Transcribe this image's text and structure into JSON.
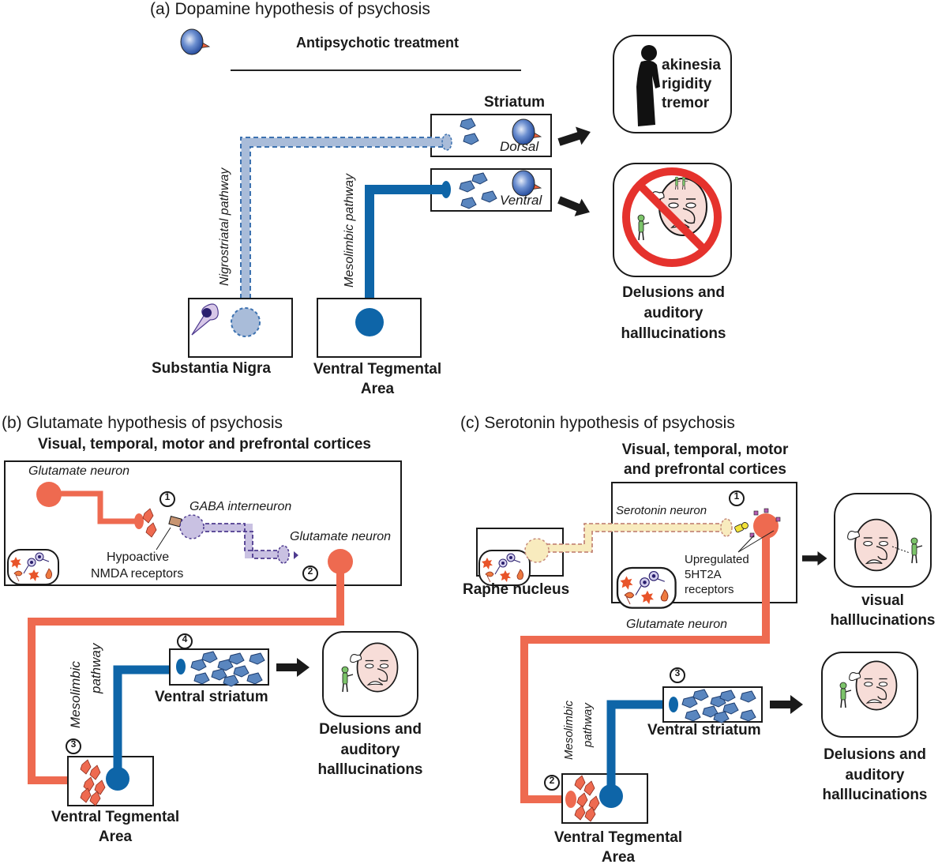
{
  "colors": {
    "dopamine_dark": "#0E65A8",
    "dopamine_light": "#A9BCD9",
    "dopamine_dash": "#3D72B0",
    "glutamate": "#EE6A50",
    "gaba": "#C9C1E2",
    "gaba_dash": "#4E3B8F",
    "serotonin": "#F8EBBE",
    "serotonin_dash": "#C5897A",
    "dopamine_molecule": "#5A86BF",
    "no_sign": "#E5322D"
  },
  "panel_a": {
    "title": "(a) Dopamine hypothesis of psychosis",
    "legend_label": "Antipsychotic treatment",
    "striatum_label": "Striatum",
    "dorsal_label": "Dorsal",
    "ventral_label": "Ventral",
    "nigrostriatal_label": "Nigrostriatal pathway",
    "mesolimbic_label": "Mesolimbic pathway",
    "substantia_nigra_label": "Substantia Nigra",
    "vta_label_1": "Ventral Tegmental",
    "vta_label_2": "Area",
    "motor_symptoms": [
      "akinesia",
      "rigidity",
      "tremor"
    ],
    "outcome_label_1": "Delusions and",
    "outcome_label_2": "auditory",
    "outcome_label_3": "halllucinations"
  },
  "panel_b": {
    "title": "(b) Glutamate hypothesis of psychosis",
    "cortex_label": "Visual, temporal, motor and prefrontal cortices",
    "glutamate_neuron_1": "Glutamate neuron",
    "gaba_label": "GABA interneuron",
    "glutamate_neuron_2": "Glutamate neuron",
    "nmda_label_1": "Hypoactive",
    "nmda_label_2": "NMDA receptors",
    "step_1": "1",
    "step_2": "2",
    "step_3": "3",
    "step_4": "4",
    "mesolimbic_label_1": "Mesolimbic",
    "mesolimbic_label_2": "pathway",
    "ventral_striatum_label": "Ventral striatum",
    "vta_label_1": "Ventral Tegmental",
    "vta_label_2": "Area",
    "outcome_label_1": "Delusions and",
    "outcome_label_2": "auditory",
    "outcome_label_3": "halllucinations"
  },
  "panel_c": {
    "title": "(c) Serotonin hypothesis of psychosis",
    "cortex_label_1": "Visual, temporal, motor",
    "cortex_label_2": "and prefrontal cortices",
    "serotonin_neuron_label": "Serotonin  neuron",
    "receptor_label_1": "Upregulated",
    "receptor_label_2": "5HT2A",
    "receptor_label_3": "receptors",
    "raphe_label": "Raphe nucleus",
    "glutamate_neuron_label": "Glutamate neuron",
    "step_1": "1",
    "step_2": "2",
    "step_3": "3",
    "mesolimbic_label_1": "Mesolimbic",
    "mesolimbic_label_2": "pathway",
    "ventral_striatum_label": "Ventral striatum",
    "vta_label_1": "Ventral Tegmental",
    "vta_label_2": "Area",
    "visual_outcome_1": "visual",
    "visual_outcome_2": "halllucinations",
    "outcome_label_1": "Delusions and",
    "outcome_label_2": "auditory",
    "outcome_label_3": "halllucinations"
  }
}
